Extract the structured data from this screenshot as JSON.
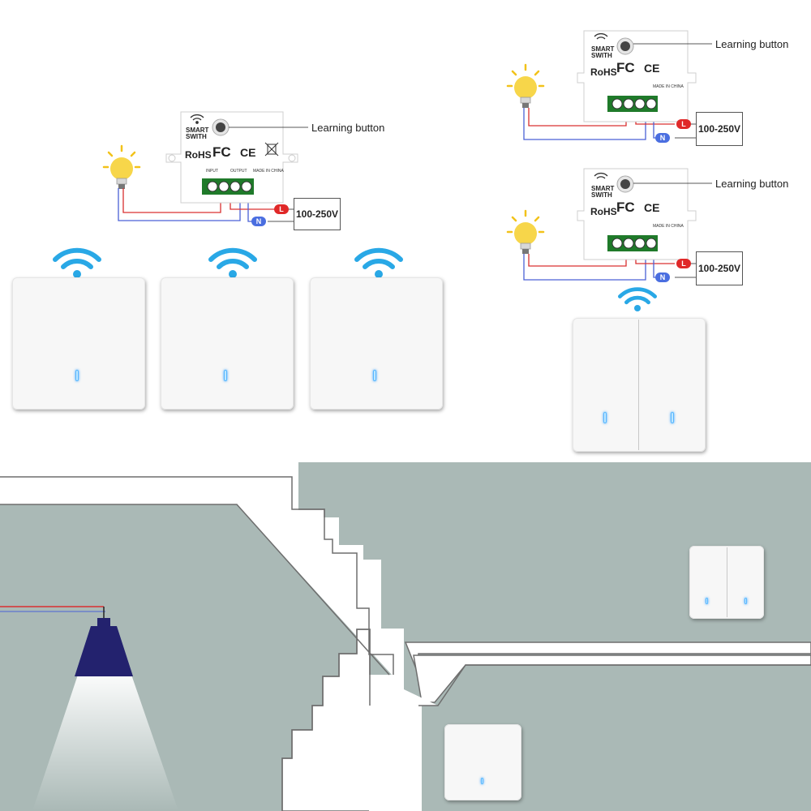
{
  "colors": {
    "wifi_blue": "#29a8e6",
    "live_wire": "#d93030",
    "neutral_wire": "#4a62d6",
    "wall_fill": "#aab9b6",
    "lamp_shade": "#23226e",
    "terminal_green": "#1f7a2a"
  },
  "module": {
    "brand_line_1": "SMART",
    "brand_line_2": "SWITH",
    "cert_rohs": "RoHS",
    "cert_fc": "FC",
    "cert_ce": "CE",
    "input_label": "INPUT",
    "output_label": "OUTPUT",
    "made_in": "MADE IN CHINA",
    "learning_callout": "Learning button",
    "voltage_label": "100-250V",
    "live_tag": "L",
    "neutral_tag": "N"
  },
  "icons": [
    "wifi-icon",
    "bulb-icon",
    "recycle-bin-icon",
    "pendant-lamp-icon"
  ]
}
